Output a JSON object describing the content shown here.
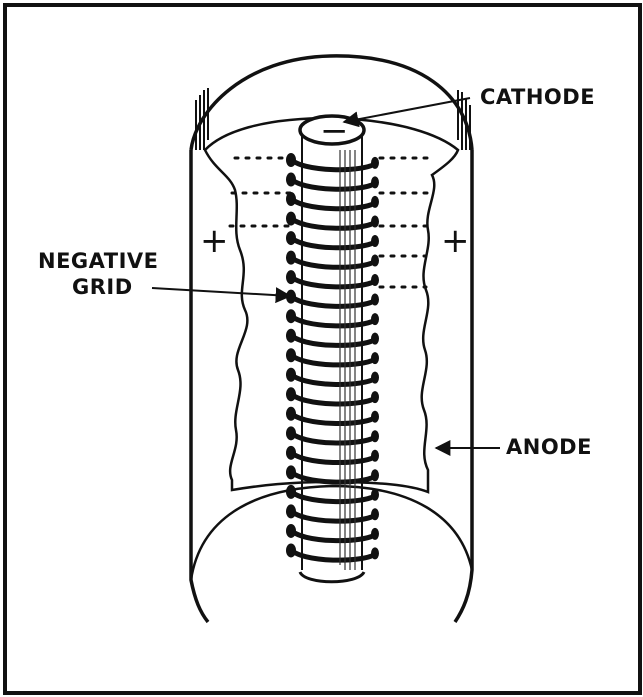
{
  "diagram": {
    "labels": {
      "cathode": "CATHODE",
      "negative_grid_line1": "NEGATIVE",
      "negative_grid_line2": "GRID",
      "anode": "ANODE"
    },
    "signs": {
      "cathode": "−",
      "anode_left": "+",
      "anode_right": "+"
    }
  }
}
